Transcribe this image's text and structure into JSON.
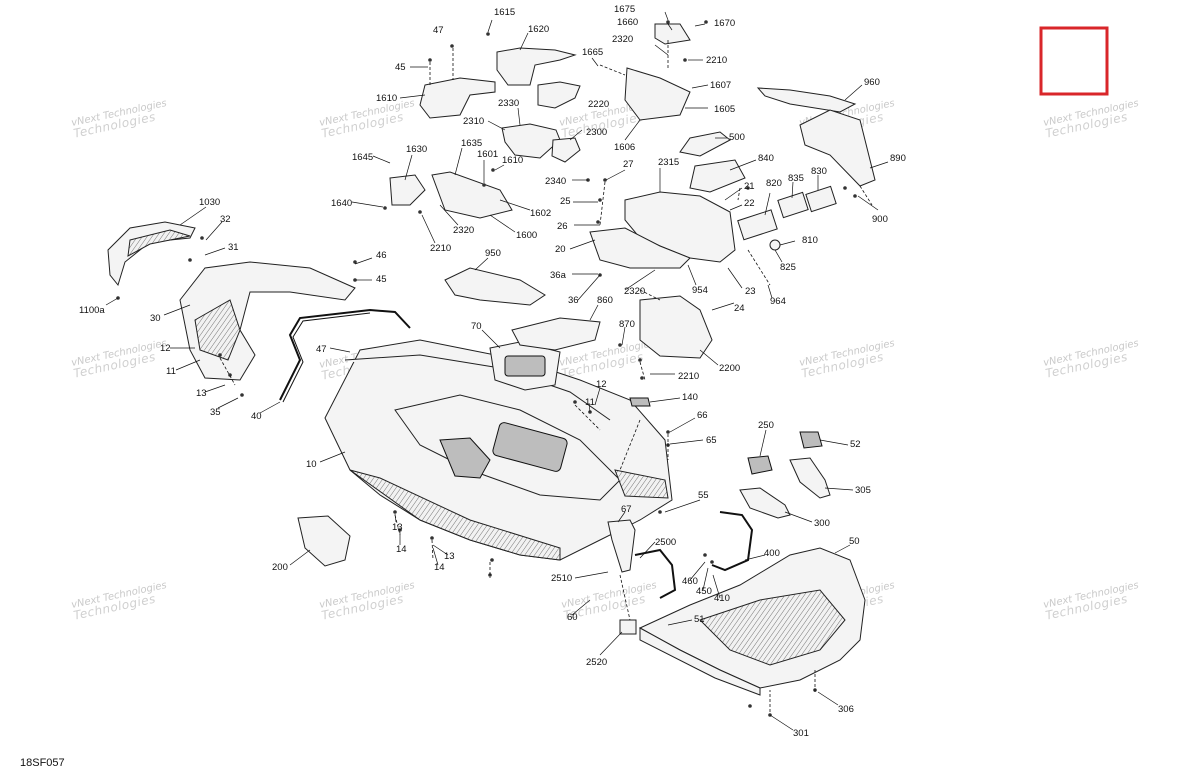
{
  "diagram": {
    "code": "18SF057",
    "watermark_line1": "vNext Technologies",
    "watermark_line2": "Technologies",
    "marker_color": "#d9262a"
  },
  "labels": {
    "l1615": "1615",
    "l1620": "1620",
    "l1675": "1675",
    "l1660": "1660",
    "l1670": "1670",
    "l47a": "47",
    "l45a": "45",
    "l1610a": "1610",
    "l1665": "1665",
    "l2320a": "2320",
    "l2210a": "2210",
    "l1607": "1607",
    "l2330": "2330",
    "l2220": "2220",
    "l1605": "1605",
    "l2310": "2310",
    "l2300": "2300",
    "l1606": "1606",
    "l500": "500",
    "l960": "960",
    "l1645": "1645",
    "l1630": "1630",
    "l1635": "1635",
    "l1601": "1601",
    "l1610b": "1610",
    "l27": "27",
    "l2315": "2315",
    "l840": "840",
    "l890": "890",
    "l2340": "2340",
    "l1640": "1640",
    "l1602": "1602",
    "l25": "25",
    "l21": "21",
    "l820": "820",
    "l835": "835",
    "l830": "830",
    "l22": "22",
    "l900": "900",
    "l1030": "1030",
    "l32": "32",
    "l2320b": "2320",
    "l1600": "1600",
    "l26": "26",
    "l31": "31",
    "l2210b": "2210",
    "l20": "20",
    "l810": "810",
    "l46": "46",
    "l45b": "45",
    "l950": "950",
    "l825": "825",
    "l36a": "36a",
    "l954": "954",
    "l23": "23",
    "l1100a": "1100a",
    "l2320c": "2320",
    "l964": "964",
    "l30": "30",
    "l36": "36",
    "l860": "860",
    "l24": "24",
    "l70": "70",
    "l870": "870",
    "l12a": "12",
    "l47b": "47",
    "l11a": "11",
    "l2200": "2200",
    "l2210c": "2210",
    "l13a": "13",
    "l12b": "12",
    "l35": "35",
    "l40": "40",
    "l11b": "11",
    "l140": "140",
    "l66": "66",
    "l65": "65",
    "l10": "10",
    "l250": "250",
    "l52": "52",
    "l305": "305",
    "l55": "55",
    "l67": "67",
    "l300": "300",
    "l13b": "13",
    "l14a": "14",
    "l2500": "2500",
    "l50": "50",
    "l200": "200",
    "l13c": "13",
    "l14b": "14",
    "l400": "400",
    "l2510": "2510",
    "l460": "460",
    "l450": "450",
    "l410": "410",
    "l60": "60",
    "l51": "51",
    "l2520": "2520",
    "l306": "306",
    "l301": "301"
  }
}
